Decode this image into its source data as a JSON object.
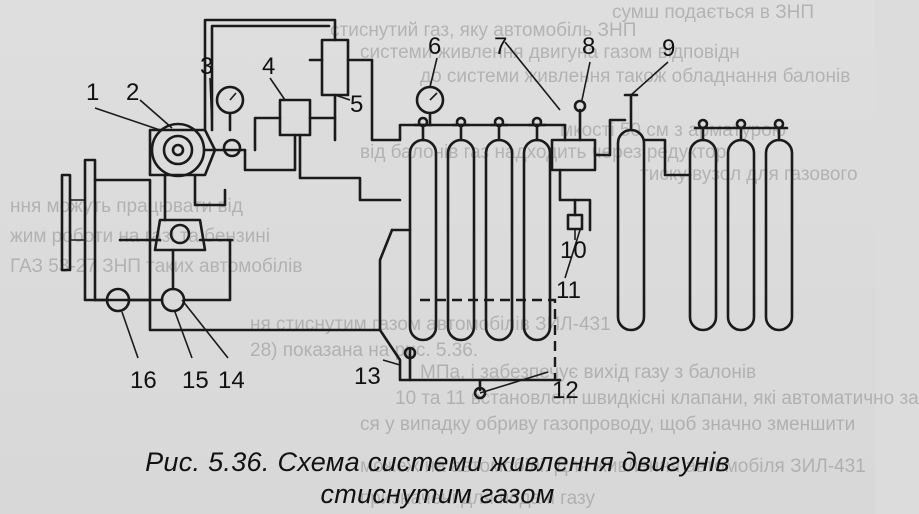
{
  "background_text": [
    "сумш подається в ЗНП",
    "стиснутий газ, яку автомобіль ЗНП",
    "системи живлення двигуна газом відповідн",
    "до системи живлення також обладнання балонів",
    "від балонів газ надходить через редуктор",
    "мкості 50 см з арматурою",
    "тиску вузол для газового",
    "ння можуть працювати від",
    "жим роботи на газі та бензині",
    "ГАЗ 53-27 ЗНП таких автомобілів",
    "ня стиснутим газом автомобілів ЗИЛ-431",
    "28) показана на рис. 5.36.",
    "МПа, і забезпечує вихід газу з балонів",
    "10 та 11 встановлені швидкісні клапани, які автоматично за",
    "ся у випадку обриву газопроводу, щоб значно зменшити",
    "можеж на автомобілі. Для живлення автомобіля ЗИЛ-431",
    "призначені для подачі газу"
  ],
  "callouts": [
    "1",
    "2",
    "3",
    "4",
    "5",
    "6",
    "7",
    "8",
    "9",
    "10",
    "11",
    "12",
    "13",
    "14",
    "15",
    "16"
  ],
  "caption": {
    "line1": "Рис. 5.36. Схема системи живлення двигунів",
    "line2": "стиснутим газом"
  }
}
